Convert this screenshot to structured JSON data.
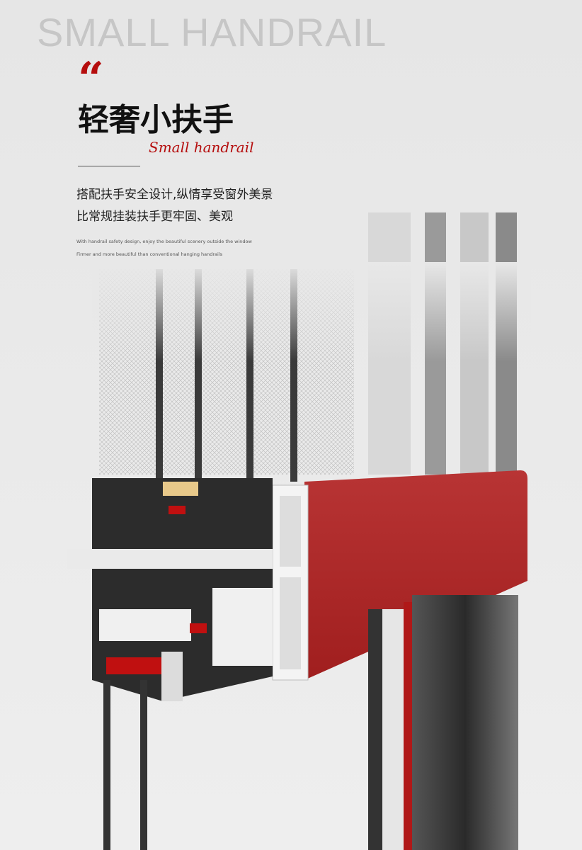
{
  "heading": {
    "quote_mark": "“",
    "background_word": "SMALL HANDRAIL",
    "title": "轻奢小扶手",
    "script_subtitle": "Small handrail"
  },
  "description": {
    "cn_lines": [
      "搭配扶手安全设计,纵情享受窗外美景",
      "比常规挂装扶手更牢固、美观"
    ],
    "en_lines": [
      "With handrail safety design, enjoy the beautiful scenery outside the window",
      "Firmer and more beautiful than conventional hanging handrails"
    ]
  },
  "colors": {
    "accent": "#b50d0d",
    "handrail_red": "#a82222",
    "profile_dark": "#2b2b2b",
    "profile_white": "#f2f2f2",
    "background": "#e8e8e8"
  }
}
